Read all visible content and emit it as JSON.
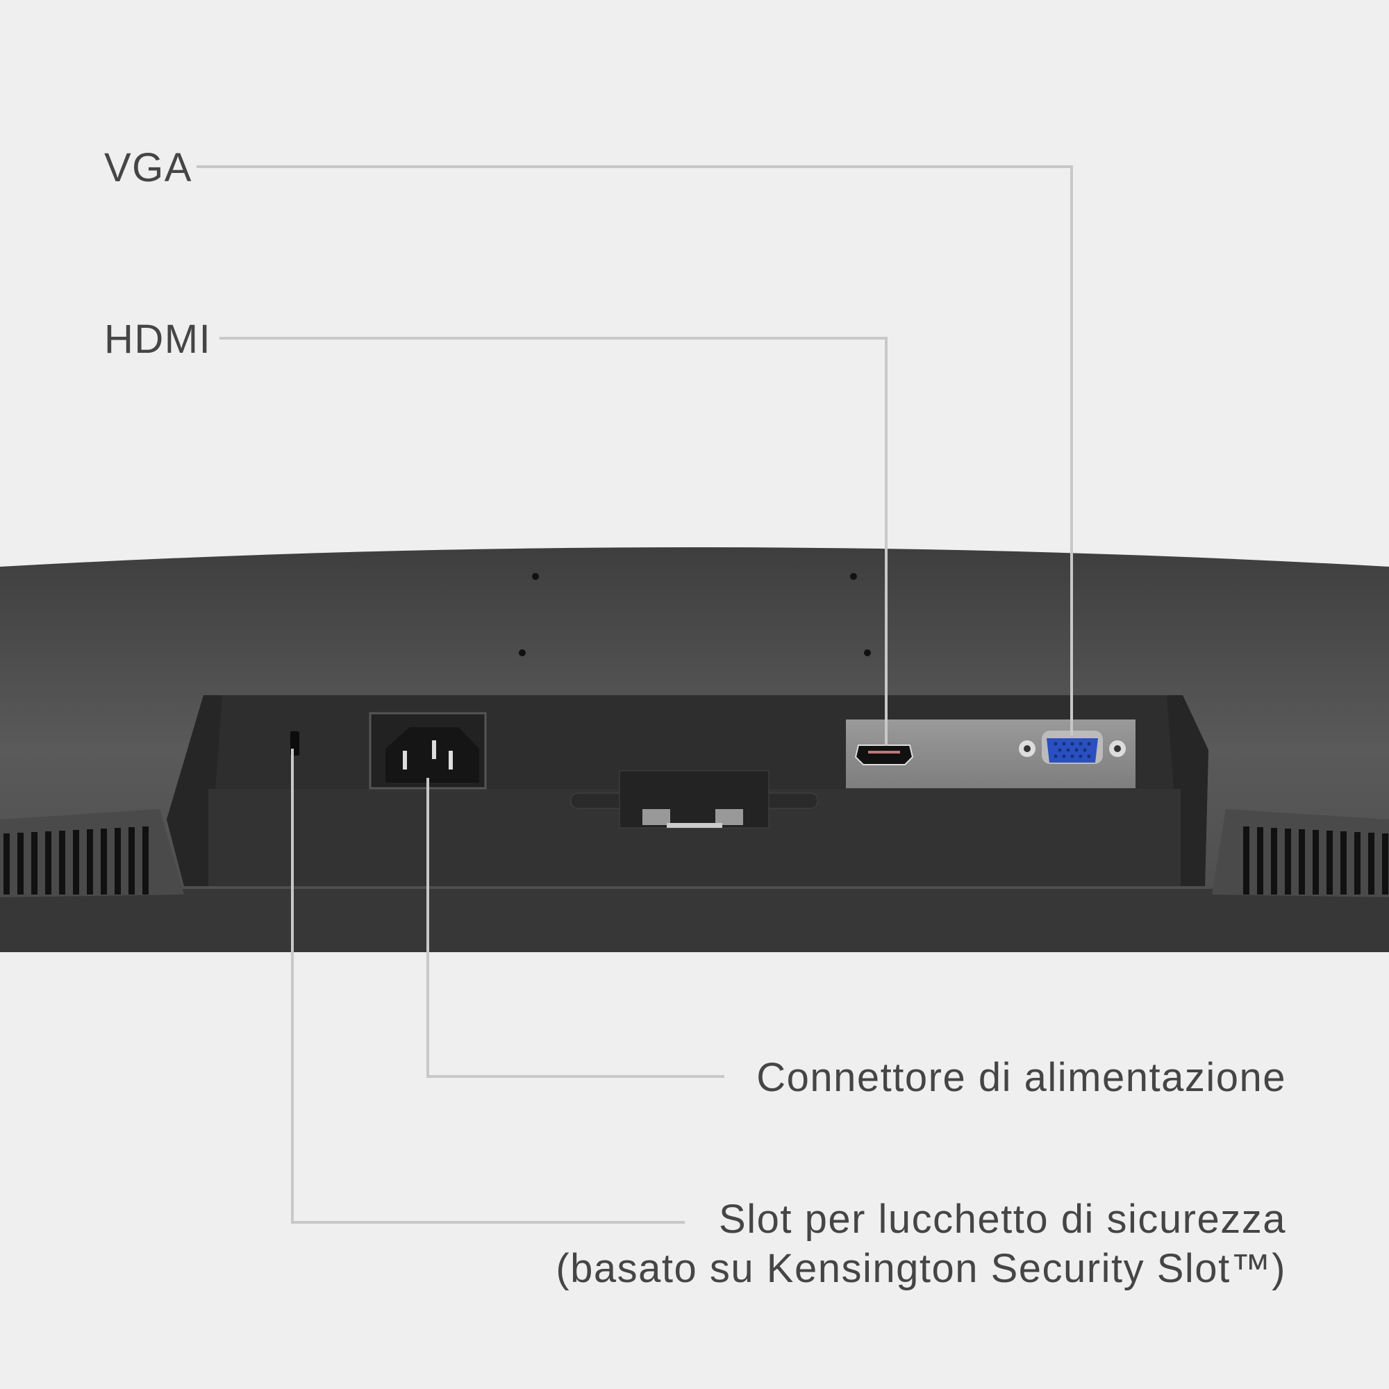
{
  "callouts": {
    "vga": "VGA",
    "hdmi": "HDMI",
    "power": "Connettore di alimentazione",
    "security_line1": "Slot per lucchetto di sicurezza",
    "security_line2": "(basato su Kensington Security Slot™)"
  },
  "colors": {
    "background": "#efefef",
    "monitor": "#3a3a3a",
    "leader_line": "#c8c8c8",
    "vga_port": "#2a4fc0",
    "text": "#454545"
  }
}
